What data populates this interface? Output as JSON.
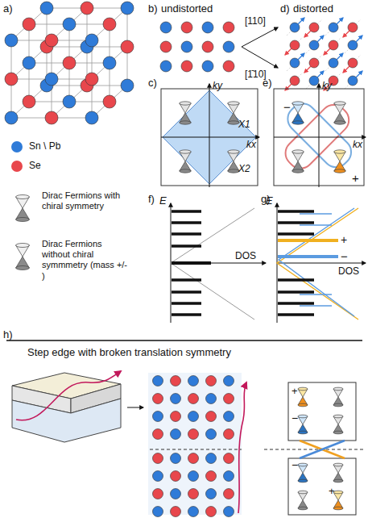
{
  "diagram": {
    "labels": [
      "a)",
      "b)",
      "undistorted",
      "d)",
      "distorted",
      "[110]",
      "[1̄10]",
      "c)",
      "ky",
      "kx",
      "X1",
      "X2",
      "e)",
      "ky",
      "kx",
      "−",
      "+",
      "f)",
      "E",
      "DOS",
      "g)",
      "E",
      "+",
      "−",
      "DOS",
      "h)",
      "Step edge with broken translation symmetry",
      "+",
      "−",
      "−",
      "+"
    ],
    "legend": [
      {
        "text": "Sn \\ Pb",
        "color": "#2f7bd8"
      },
      {
        "text": "Se",
        "color": "#e8474c"
      },
      {
        "text": "Dirac Fermions with chiral symmetry"
      },
      {
        "text": "Dirac Fermions without chiral symmmetry (mass +/- )"
      }
    ]
  }
}
